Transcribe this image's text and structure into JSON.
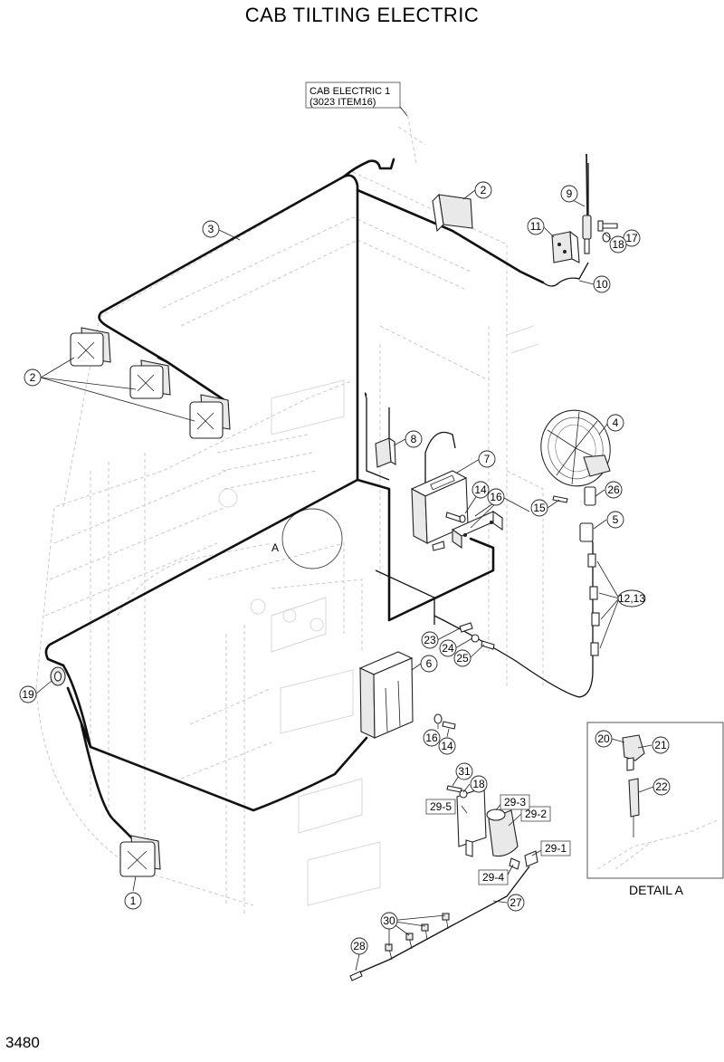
{
  "title": "CAB TILTING ELECTRIC",
  "page_number": "3480",
  "reference_box": {
    "line1": "CAB ELECTRIC 1",
    "line2": "(3023 ITEM16)"
  },
  "detail_label": "DETAIL A",
  "view_marker": "A",
  "callouts": {
    "c1": "1",
    "c2a": "2",
    "c2b": "2",
    "c3": "3",
    "c4": "4",
    "c5": "5",
    "c6": "6",
    "c7": "7",
    "c8": "8",
    "c9": "9",
    "c10": "10",
    "c11": "11",
    "c12_13": "12,13",
    "c14a": "14",
    "c14b": "14",
    "c15": "15",
    "c16a": "16",
    "c16b": "16",
    "c17": "17",
    "c18a": "18",
    "c18b": "18",
    "c19": "19",
    "c20": "20",
    "c21": "21",
    "c22": "22",
    "c23": "23",
    "c24": "24",
    "c25": "25",
    "c26": "26",
    "c27": "27",
    "c28": "28",
    "c29_1": "29-1",
    "c29_2": "29-2",
    "c29_3": "29-3",
    "c29_4": "29-4",
    "c29_5": "29-5",
    "c30": "30",
    "c31": "31"
  }
}
